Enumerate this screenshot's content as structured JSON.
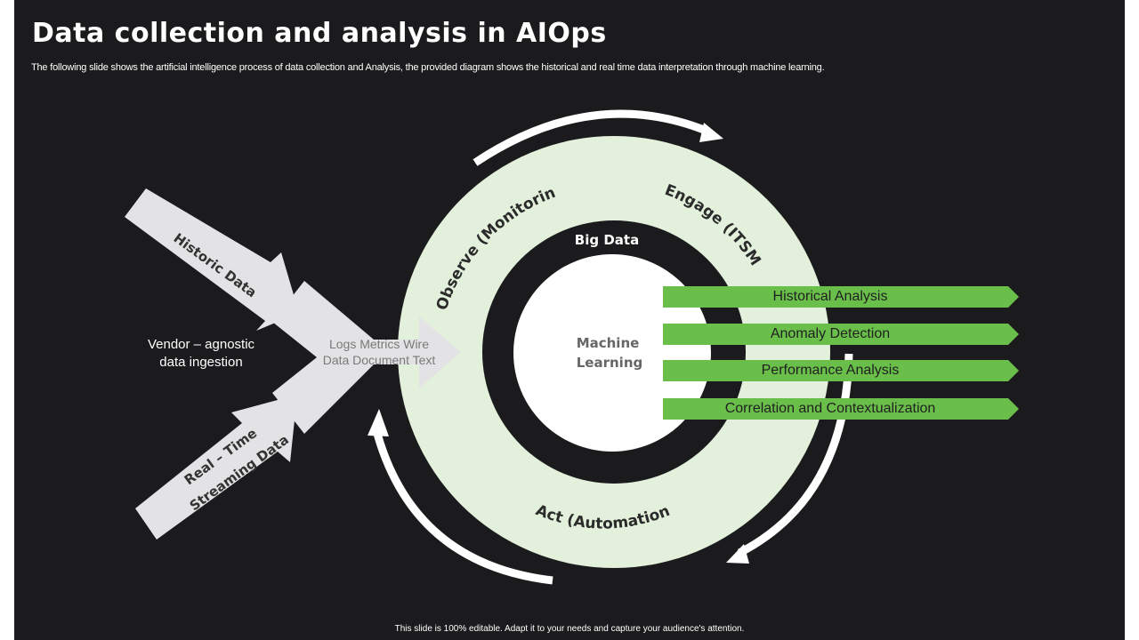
{
  "slide": {
    "title": "Data collection and analysis in AIOps",
    "subtitle": "The following slide shows the artificial intelligence process of data collection and Analysis, the provided diagram shows the historical and real time data interpretation through machine learning.",
    "footer": "This slide is 100% editable.  Adapt it to your needs and capture your audience's attention."
  },
  "diagram": {
    "inputs": {
      "historic": "Historic Data",
      "realtime_line1": "Real – Time",
      "realtime_line2": "Streaming Data",
      "vendor_line1": "Vendor – agnostic",
      "vendor_line2": "data ingestion",
      "types_line1": "Logs Metrics Wire",
      "types_line2": "Data Document Text"
    },
    "cycle": {
      "observe": "Observe (Monitoring)",
      "engage": "Engage (ITSM)",
      "act": "Act (Automation)"
    },
    "core": {
      "big_data": "Big Data",
      "ml_line1": "Machine",
      "ml_line2": "Learning"
    },
    "outputs": [
      "Historical Analysis",
      "Anomaly Detection",
      "Performance Analysis",
      "Correlation and Contextualization"
    ]
  },
  "colors": {
    "background": "#1b1b1d",
    "ring": "#e3f1dc",
    "output_bar": "#6abf4b",
    "input_arrow": "#e3e3e5"
  }
}
